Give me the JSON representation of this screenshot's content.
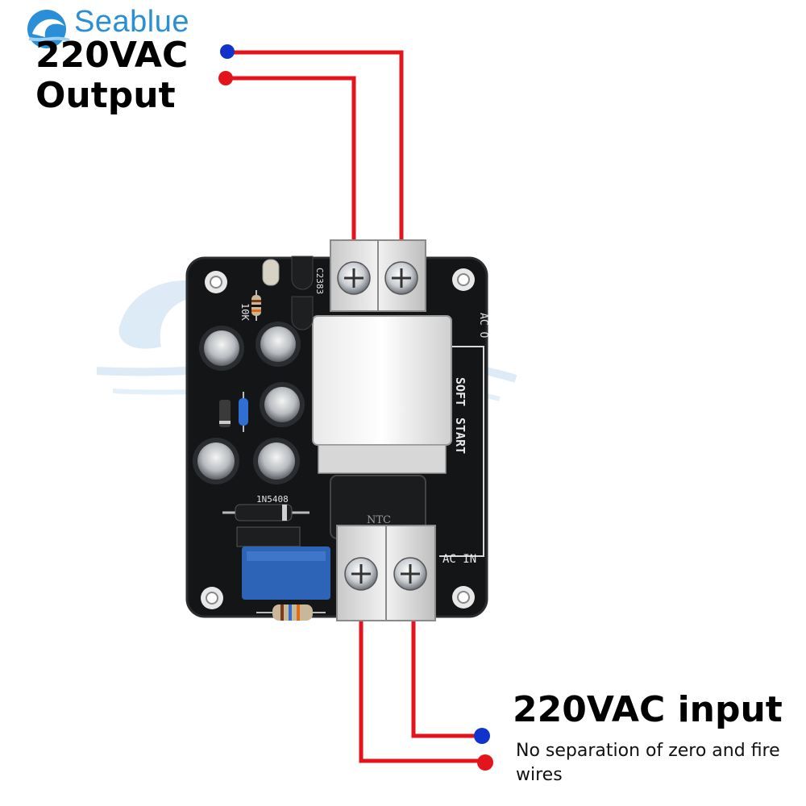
{
  "brand": {
    "logo_text": "Seablue",
    "logo_icon": "wave-logo-icon",
    "watermark_icon": "wave-watermark-icon"
  },
  "labels": {
    "output_line1": "220VAC",
    "output_line2": "Output",
    "input_title": "220VAC input",
    "input_note": "No separation of zero and fire wires"
  },
  "board": {
    "silkscreen_soft": "SOFT",
    "silkscreen_start": "START",
    "silkscreen_ac_in": "AC IN",
    "silkscreen_ac_out": "AC O",
    "transistor_label": "C2383",
    "resistor_label": "10K",
    "diode_label": "1N5408",
    "thermistor_label": "NTC"
  },
  "colors": {
    "wire": "#e3141b",
    "dot_neutral": "#1133cc",
    "dot_live": "#e3141b",
    "pcb": "#131517",
    "logo": "#2a8fd6"
  }
}
